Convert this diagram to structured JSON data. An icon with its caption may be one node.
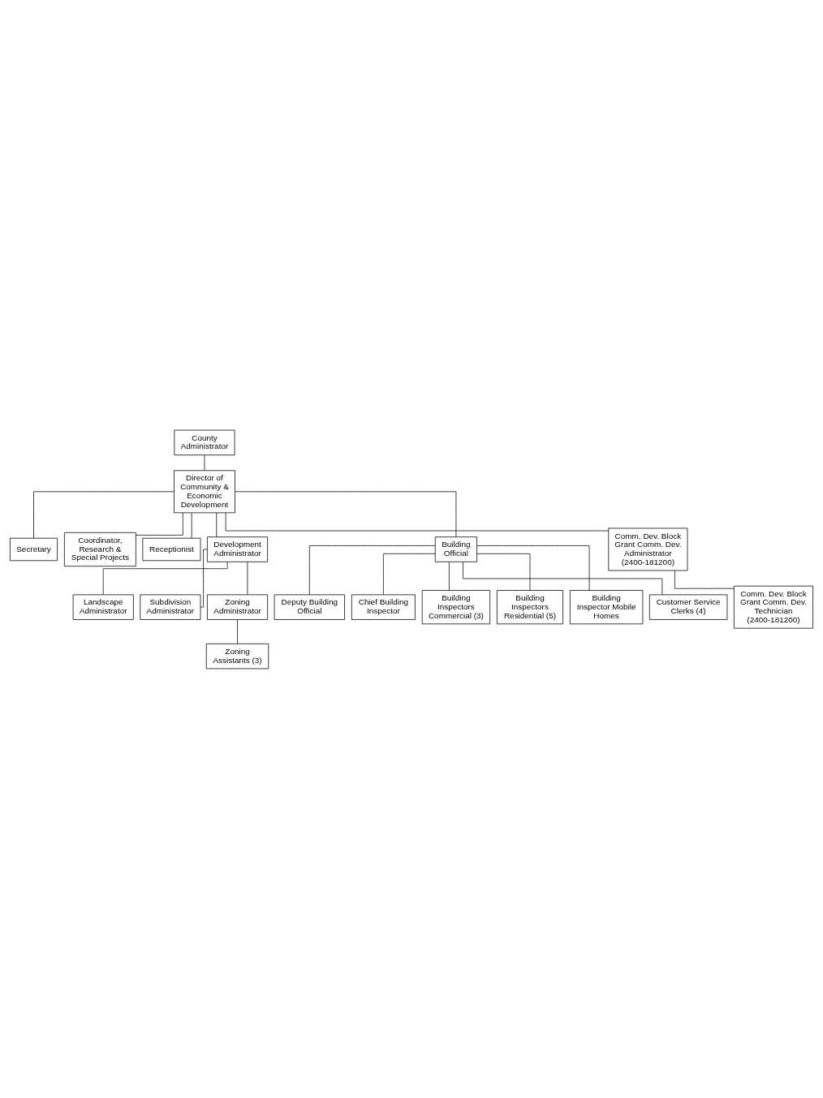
{
  "diagram": {
    "nodes": [
      {
        "text": [
          "County Administrator"
        ]
      },
      {
        "text": [
          "Director of Community & Economic Development"
        ]
      },
      {
        "text": [
          "Secretary"
        ]
      },
      {
        "text": [
          "Coordinator, Research & Special Projects"
        ]
      },
      {
        "text": [
          "Receptionist"
        ]
      },
      {
        "text": [
          "Development Administrator"
        ]
      },
      {
        "text": [
          "Building Official"
        ]
      },
      {
        "text": [
          "Comm. Dev. Block Grant Comm. Dev. Administrator (2400-181200)"
        ]
      },
      {
        "text": [
          "Landscape Administrator"
        ]
      },
      {
        "text": [
          "Subdivision Administrator"
        ]
      },
      {
        "text": [
          "Zoning Administrator"
        ]
      },
      {
        "text": [
          "Zoning Assistants (3)"
        ]
      },
      {
        "text": [
          "Deputy Building Official"
        ]
      },
      {
        "text": [
          "Chief Building Inspector"
        ]
      },
      {
        "text": [
          "Building Inspectors Commercial (3)"
        ]
      },
      {
        "text": [
          "Building Inspectors Residential (5)"
        ]
      },
      {
        "text": [
          "Building Inspector Mobile Homes"
        ]
      },
      {
        "text": [
          "Customer Service Clerks (4)"
        ]
      },
      {
        "text": [
          "Comm. Dev. Block Grant Comm. Dev. Technician (2400-181200)"
        ]
      }
    ],
    "edges": [
      {
        "from": 0,
        "to": 1,
        "arrow": "none"
      },
      {
        "from": 1,
        "to": 2,
        "arrow": "none"
      },
      {
        "from": 1,
        "to": 3,
        "arrow": "none"
      },
      {
        "from": 1,
        "to": 4,
        "arrow": "none"
      },
      {
        "from": 1,
        "to": 5,
        "arrow": "none"
      },
      {
        "from": 1,
        "to": 6,
        "arrow": "none"
      },
      {
        "from": 1,
        "to": 7,
        "arrow": "none"
      },
      {
        "from": 5,
        "to": 8,
        "arrow": "none"
      },
      {
        "from": 5,
        "to": 9,
        "arrow": "none"
      },
      {
        "from": 5,
        "to": 10,
        "arrow": "none"
      },
      {
        "from": 10,
        "to": 11,
        "arrow": "none"
      },
      {
        "from": 6,
        "to": 12,
        "arrow": "none"
      },
      {
        "from": 6,
        "to": 13,
        "arrow": "none"
      },
      {
        "from": 6,
        "to": 14,
        "arrow": "none"
      },
      {
        "from": 6,
        "to": 15,
        "arrow": "none"
      },
      {
        "from": 6,
        "to": 16,
        "arrow": "none"
      },
      {
        "from": 6,
        "to": 17,
        "arrow": "none"
      },
      {
        "from": 7,
        "to": 18,
        "arrow": "none"
      }
    ]
  }
}
